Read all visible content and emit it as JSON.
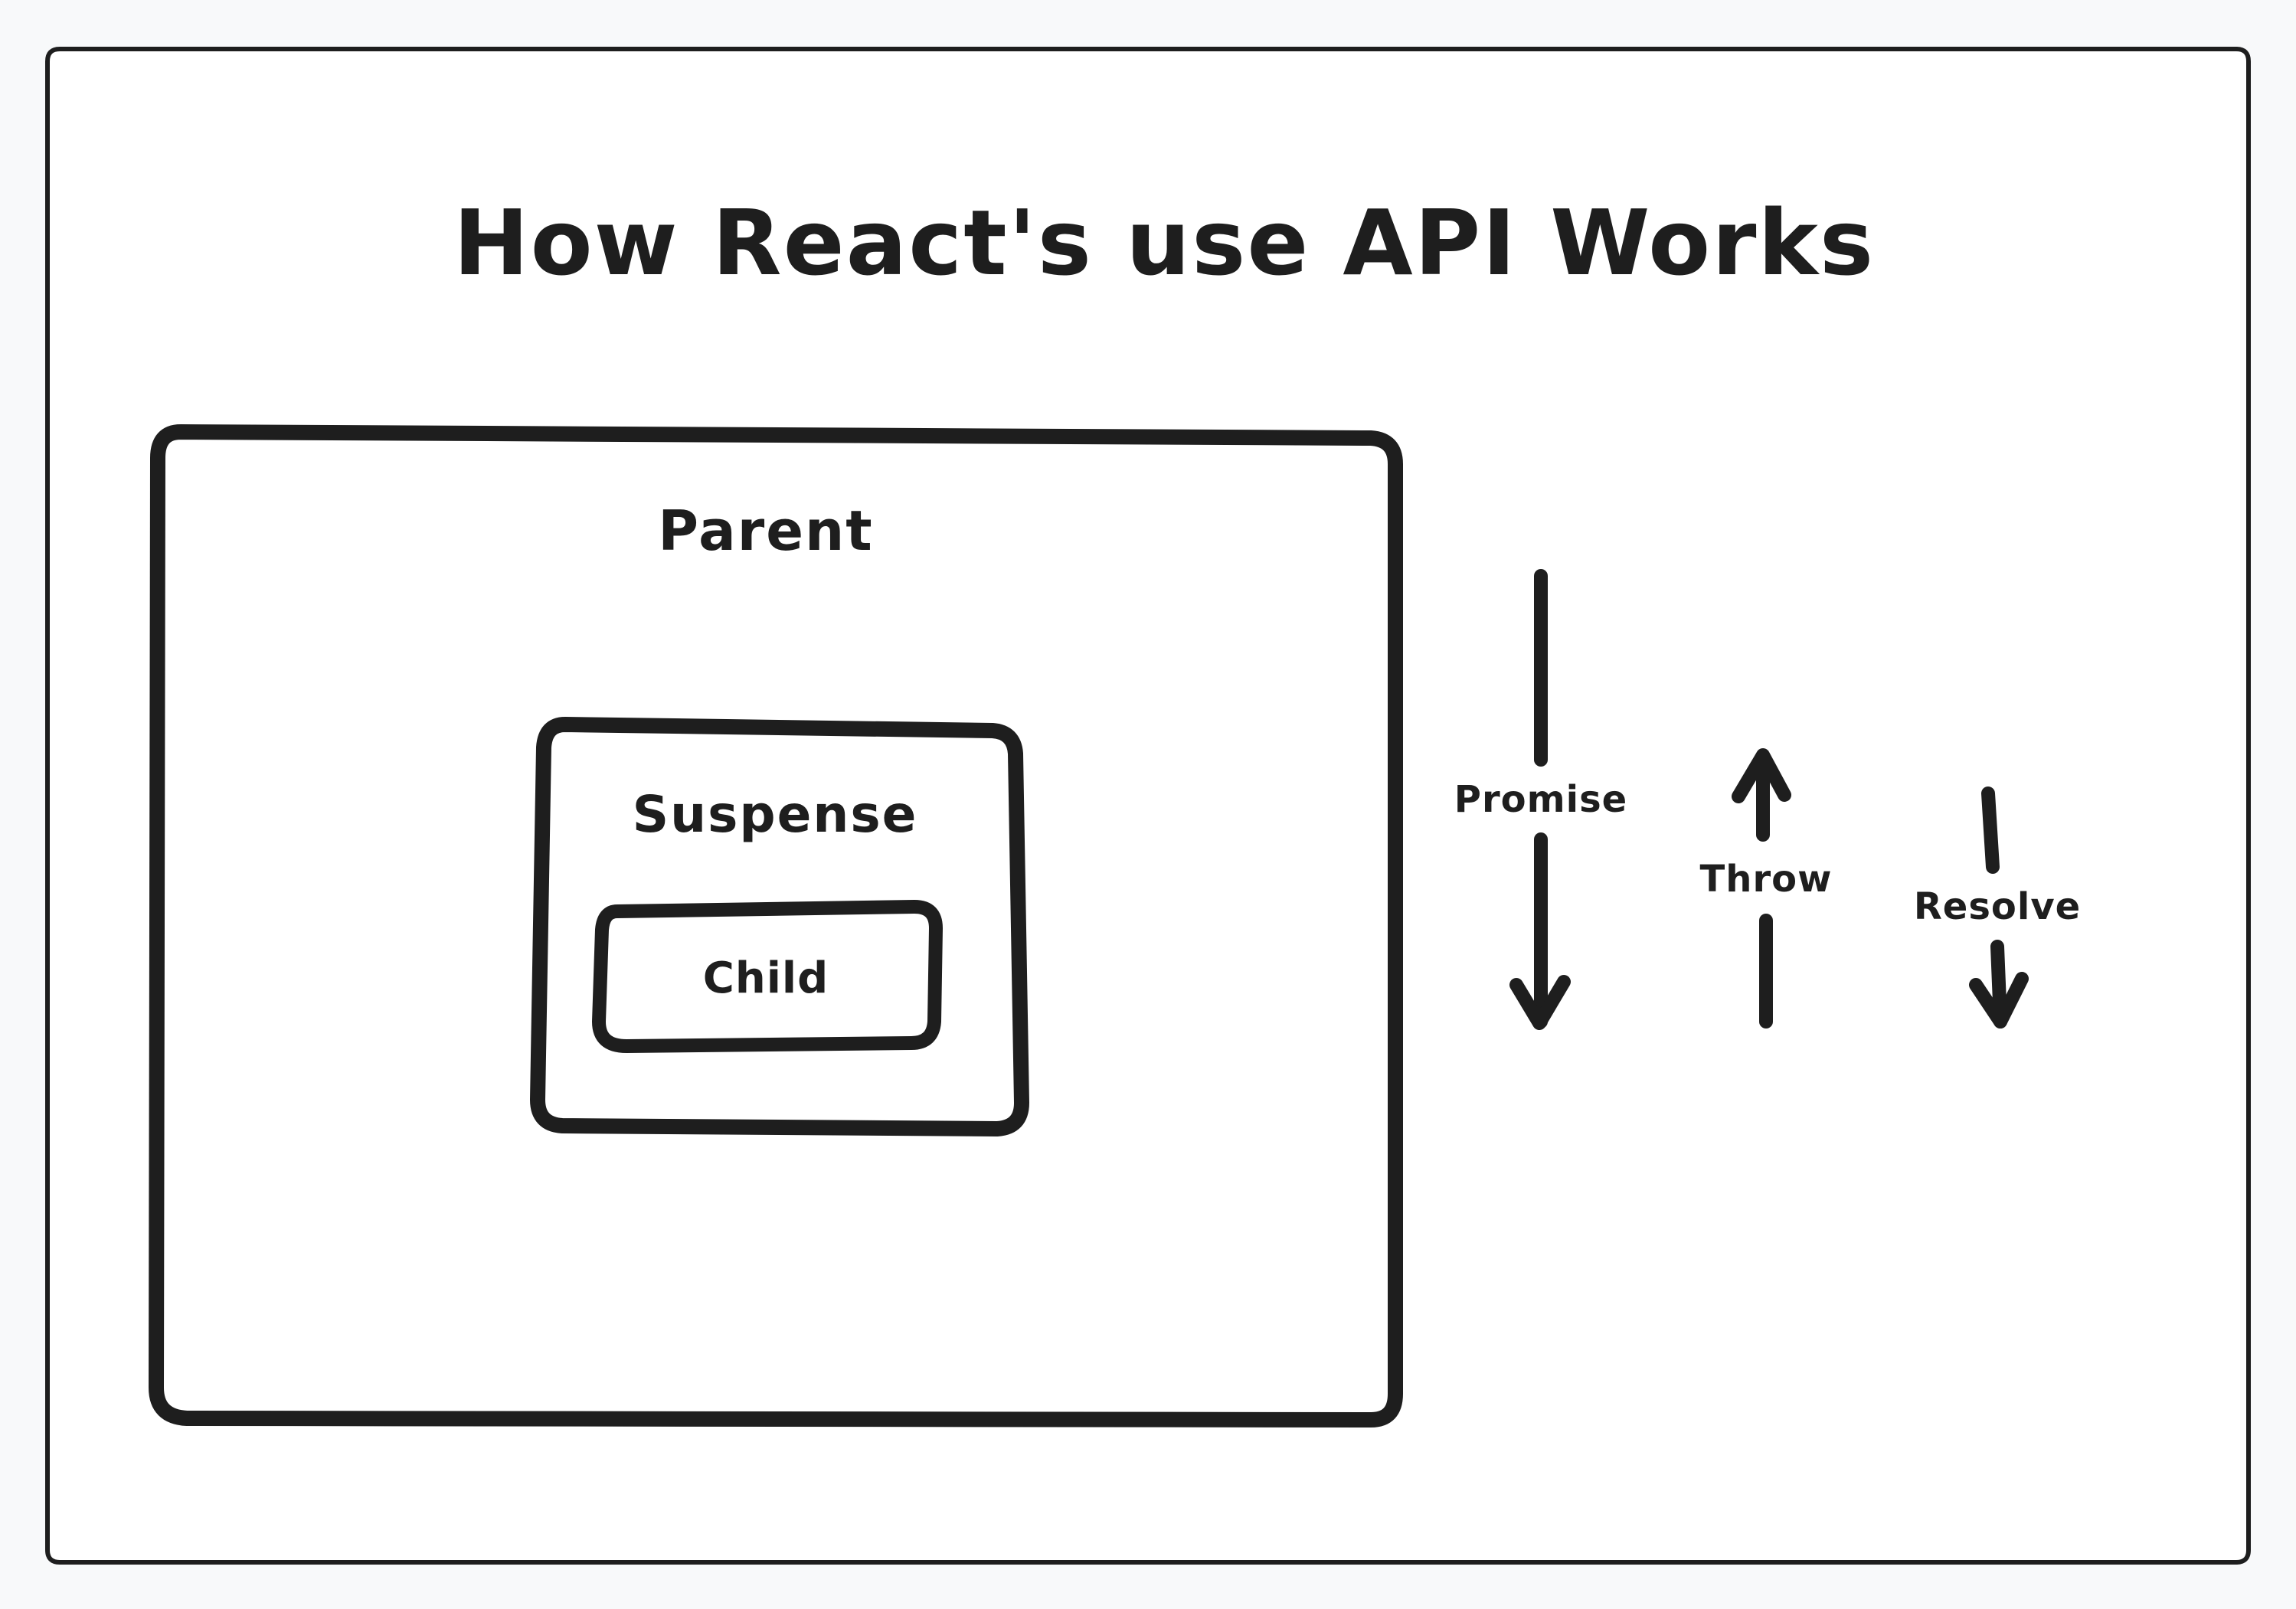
{
  "title": "How React's use API Works",
  "boxes": {
    "parent": {
      "label": "Parent"
    },
    "suspense": {
      "label": "Suspense"
    },
    "child": {
      "label": "Child"
    }
  },
  "arrows": {
    "promise": {
      "label": "Promise",
      "direction": "down"
    },
    "throw": {
      "label": "Throw",
      "direction": "up"
    },
    "resolve": {
      "label": "Resolve",
      "direction": "down"
    }
  },
  "colors": {
    "background": "#f8f9fa",
    "canvas": "#ffffff",
    "ink": "#1e1e1e"
  }
}
